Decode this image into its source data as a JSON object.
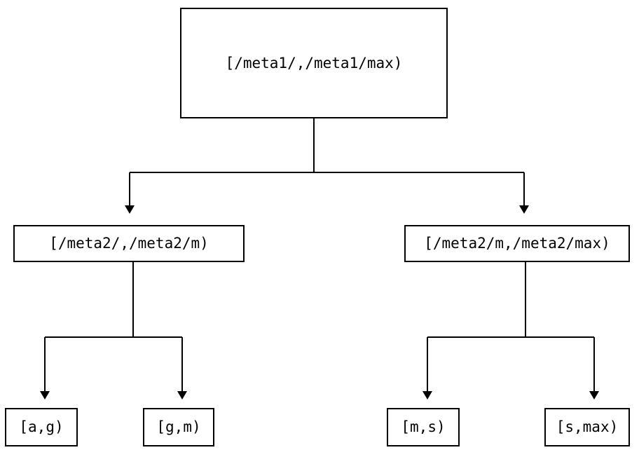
{
  "diagram": {
    "kind": "binary-partition-tree",
    "background_color": "#ffffff",
    "line_color": "#000000",
    "text_color": "#000000",
    "nodes": {
      "root": {
        "label": "[/meta1/,/meta1/max)",
        "level": 0
      },
      "level2_left": {
        "label": "[/meta2/,/meta2/m)",
        "level": 1
      },
      "level2_right": {
        "label": "[/meta2/m,/meta2/max)",
        "level": 1
      },
      "leaf_1": {
        "label": "[a,g)",
        "level": 2
      },
      "leaf_2": {
        "label": "[g,m)",
        "level": 2
      },
      "leaf_3": {
        "label": "[m,s)",
        "level": 2
      },
      "leaf_4": {
        "label": "[s,max)",
        "level": 2
      }
    }
  }
}
